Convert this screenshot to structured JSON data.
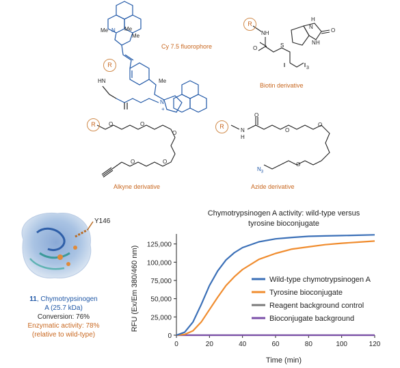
{
  "structures": {
    "cy75": {
      "label": "Cy 7.5 fluorophore",
      "me1": "Me",
      "me2": "Me",
      "me3": "Me",
      "me4": "Me",
      "n1": "N",
      "n2": "N",
      "plus": "+",
      "r": "R",
      "hn": "HN"
    },
    "biotin": {
      "label": "Biotin derivative",
      "r": "R",
      "nh_amide": "NH",
      "o": "O",
      "s": "S",
      "h1": "H",
      "n_top": "N",
      "h2": "H",
      "n_bot": "N",
      "o_urea": "O",
      "sub3": "3"
    },
    "alkyne": {
      "label": "Alkyne derivative",
      "r": "R",
      "o1": "O",
      "o2": "O",
      "o3": "O",
      "o4": "O",
      "o5": "O"
    },
    "azide": {
      "label": "Azide derivative",
      "r": "R",
      "n": "N",
      "h": "H",
      "o_c": "O",
      "o1": "O",
      "o2": "O",
      "o3": "O",
      "n3": "N",
      "n3sub": "3"
    }
  },
  "protein": {
    "site_label": "Y146",
    "name_num": "11",
    "name_text": ", Chymotrypsinogen",
    "size": "A (25.7 kDa)",
    "conversion": "Conversion: 76%",
    "activity": "Enzymatic activity: 78%",
    "relative": "(relative to wild-type)"
  },
  "chart_data": {
    "type": "line",
    "title_line1": "Chymotrypsinogen A activity: wild-type versus",
    "title_line2": "tyrosine bioconjugate",
    "xlabel": "Time (min)",
    "ylabel": "RFU (Ex/Em 380/460 nm)",
    "xlim": [
      0,
      120
    ],
    "ylim": [
      0,
      135000
    ],
    "x_ticks": [
      0,
      20,
      40,
      60,
      80,
      100,
      120
    ],
    "y_ticks": [
      0,
      25000,
      50000,
      75000,
      100000,
      125000
    ],
    "y_tick_labels": [
      "0",
      "25,000",
      "50,000",
      "75,000",
      "100,000",
      "125,000"
    ],
    "legend_position": "right",
    "series": [
      {
        "name": "Wild-type chymotrypsinogen A",
        "color": "#3a6fb7",
        "x": [
          0,
          5,
          10,
          15,
          20,
          25,
          30,
          35,
          40,
          50,
          60,
          70,
          80,
          90,
          100,
          110,
          120
        ],
        "y": [
          0,
          4000,
          18000,
          42000,
          68000,
          88000,
          103000,
          113000,
          120000,
          128000,
          132000,
          134000,
          135500,
          136000,
          136500,
          137000,
          137500
        ]
      },
      {
        "name": "Tyrosine bioconjugate",
        "color": "#f08c2e",
        "x": [
          0,
          5,
          10,
          15,
          20,
          25,
          30,
          35,
          40,
          50,
          60,
          70,
          80,
          90,
          100,
          110,
          120
        ],
        "y": [
          0,
          1000,
          6000,
          18000,
          35000,
          52000,
          68000,
          80000,
          90000,
          104000,
          112000,
          118000,
          121000,
          124000,
          126000,
          127500,
          129000
        ]
      },
      {
        "name": "Reagent background control",
        "color": "#7a7a7a",
        "x": [
          0,
          120
        ],
        "y": [
          0,
          0
        ]
      },
      {
        "name": "Bioconjugate background",
        "color": "#7b4fa8",
        "x": [
          0,
          120
        ],
        "y": [
          0,
          0
        ]
      }
    ]
  }
}
